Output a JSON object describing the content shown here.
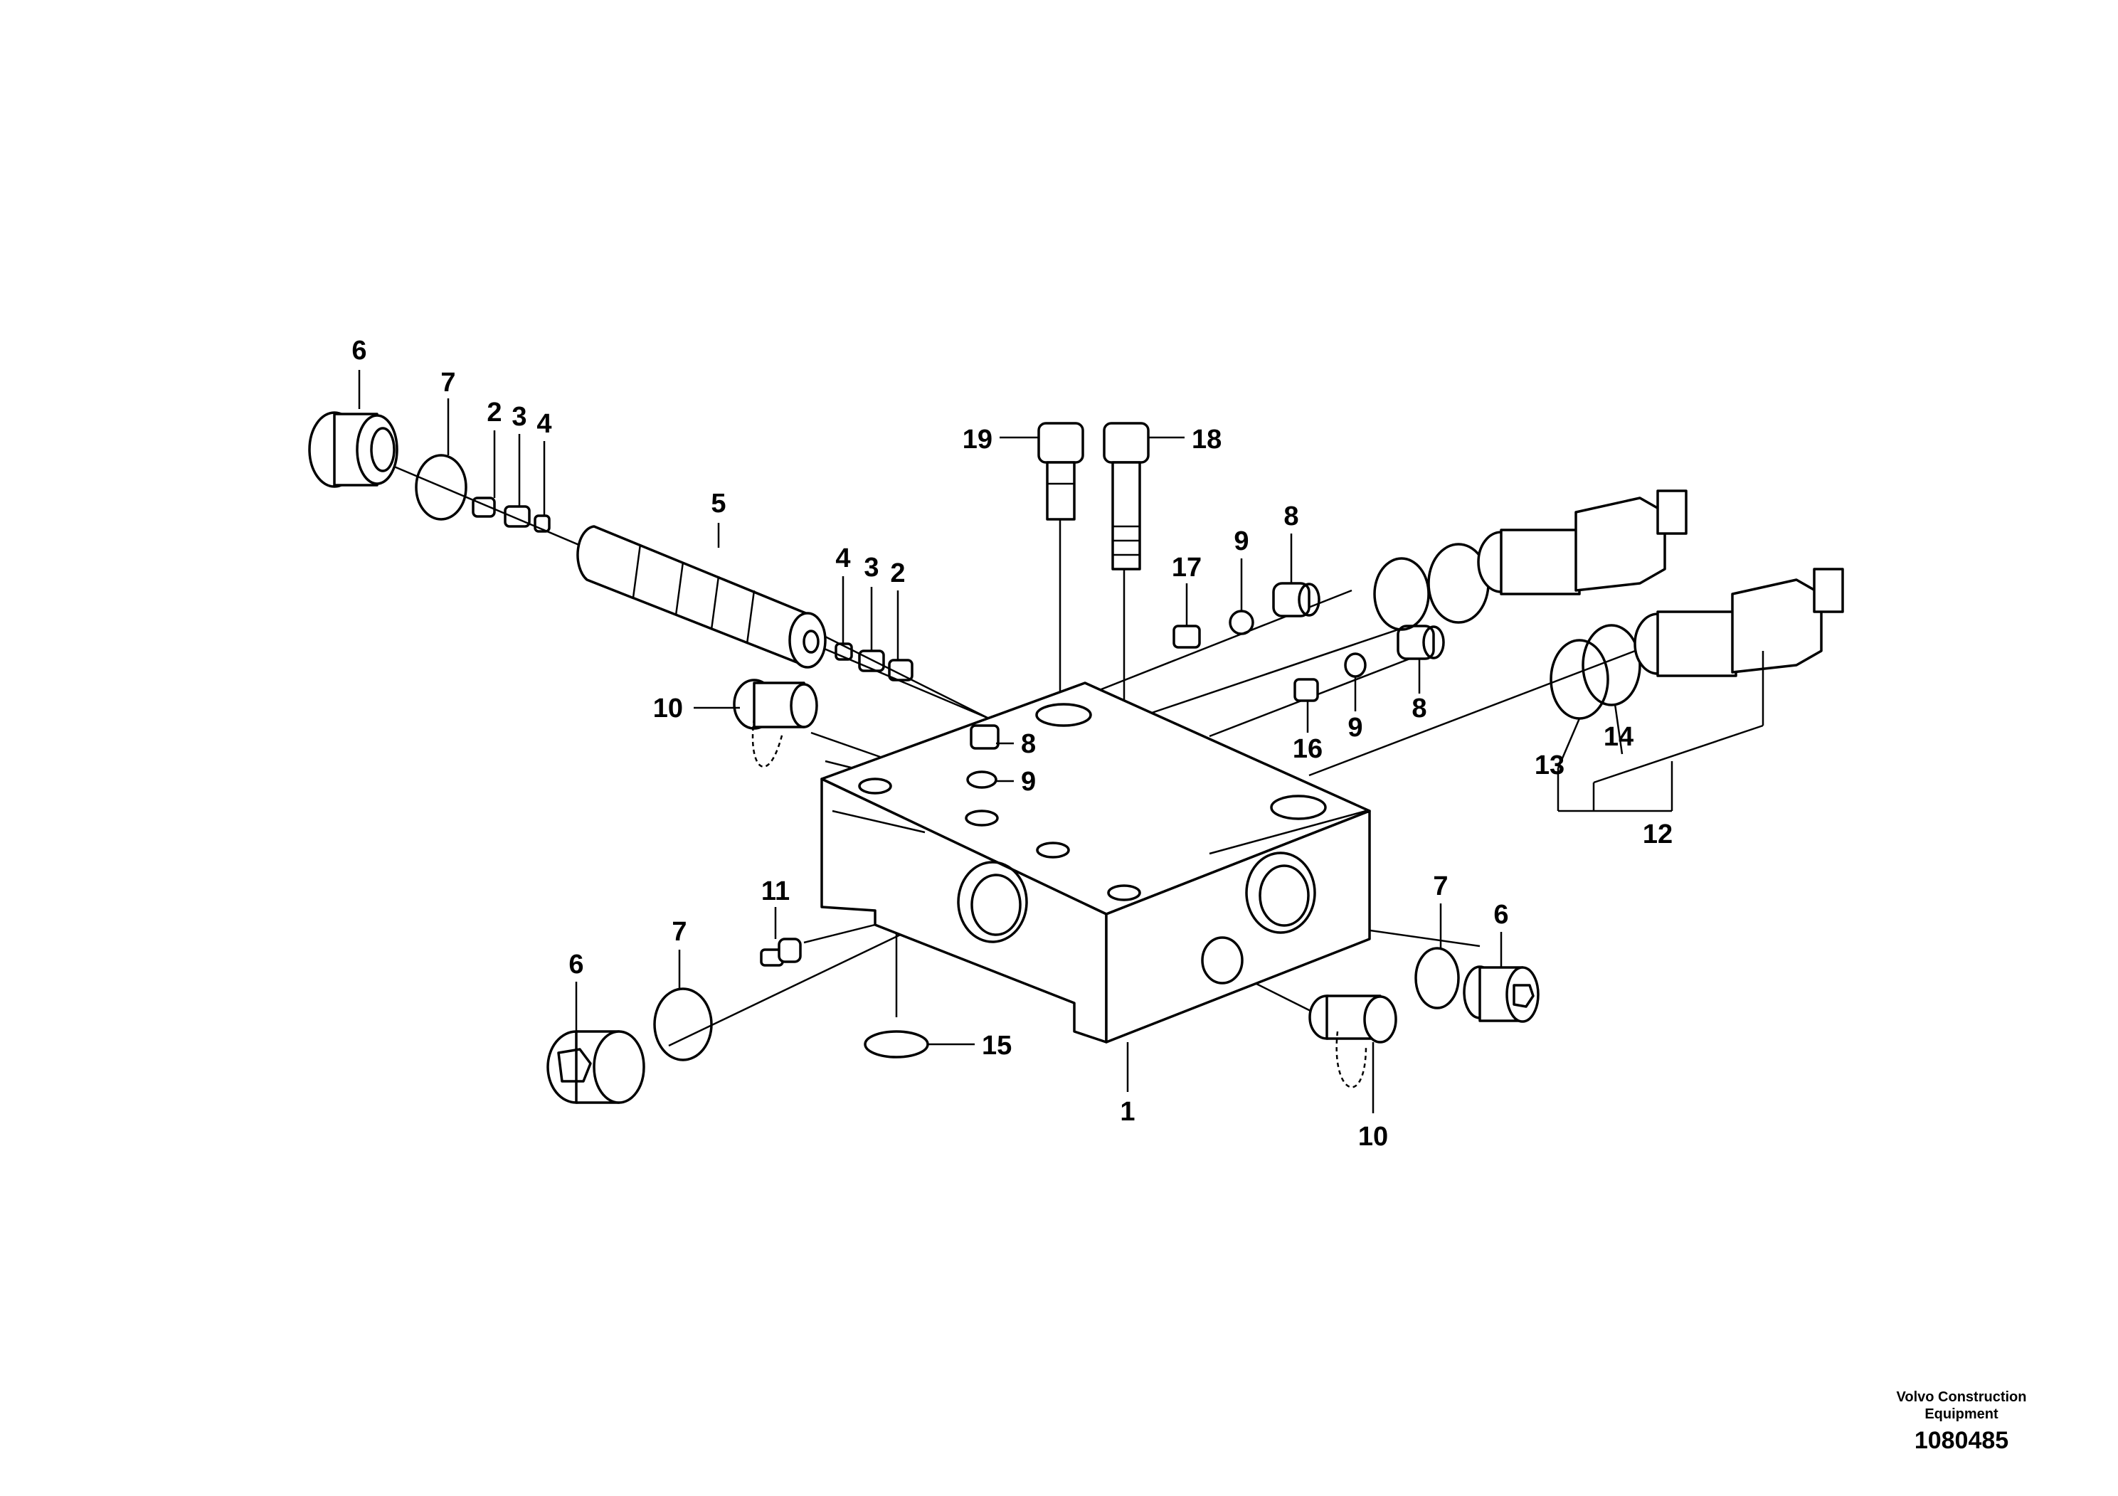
{
  "labels": {
    "p1": "1",
    "p2a": "2",
    "p2b": "2",
    "p3a": "3",
    "p3b": "3",
    "p4a": "4",
    "p4b": "4",
    "p5": "5",
    "p6a": "6",
    "p6b": "6",
    "p6c": "6",
    "p7a": "7",
    "p7b": "7",
    "p7c": "7",
    "p8a": "8",
    "p8b": "8",
    "p8c": "8",
    "p9a": "9",
    "p9b": "9",
    "p9c": "9",
    "p10a": "10",
    "p10b": "10",
    "p11": "11",
    "p12": "12",
    "p13": "13",
    "p14": "14",
    "p15": "15",
    "p16": "16",
    "p17": "17",
    "p18": "18",
    "p19": "19"
  },
  "footer": {
    "brand": "Volvo Construction Equipment",
    "doc_number": "1080485"
  }
}
